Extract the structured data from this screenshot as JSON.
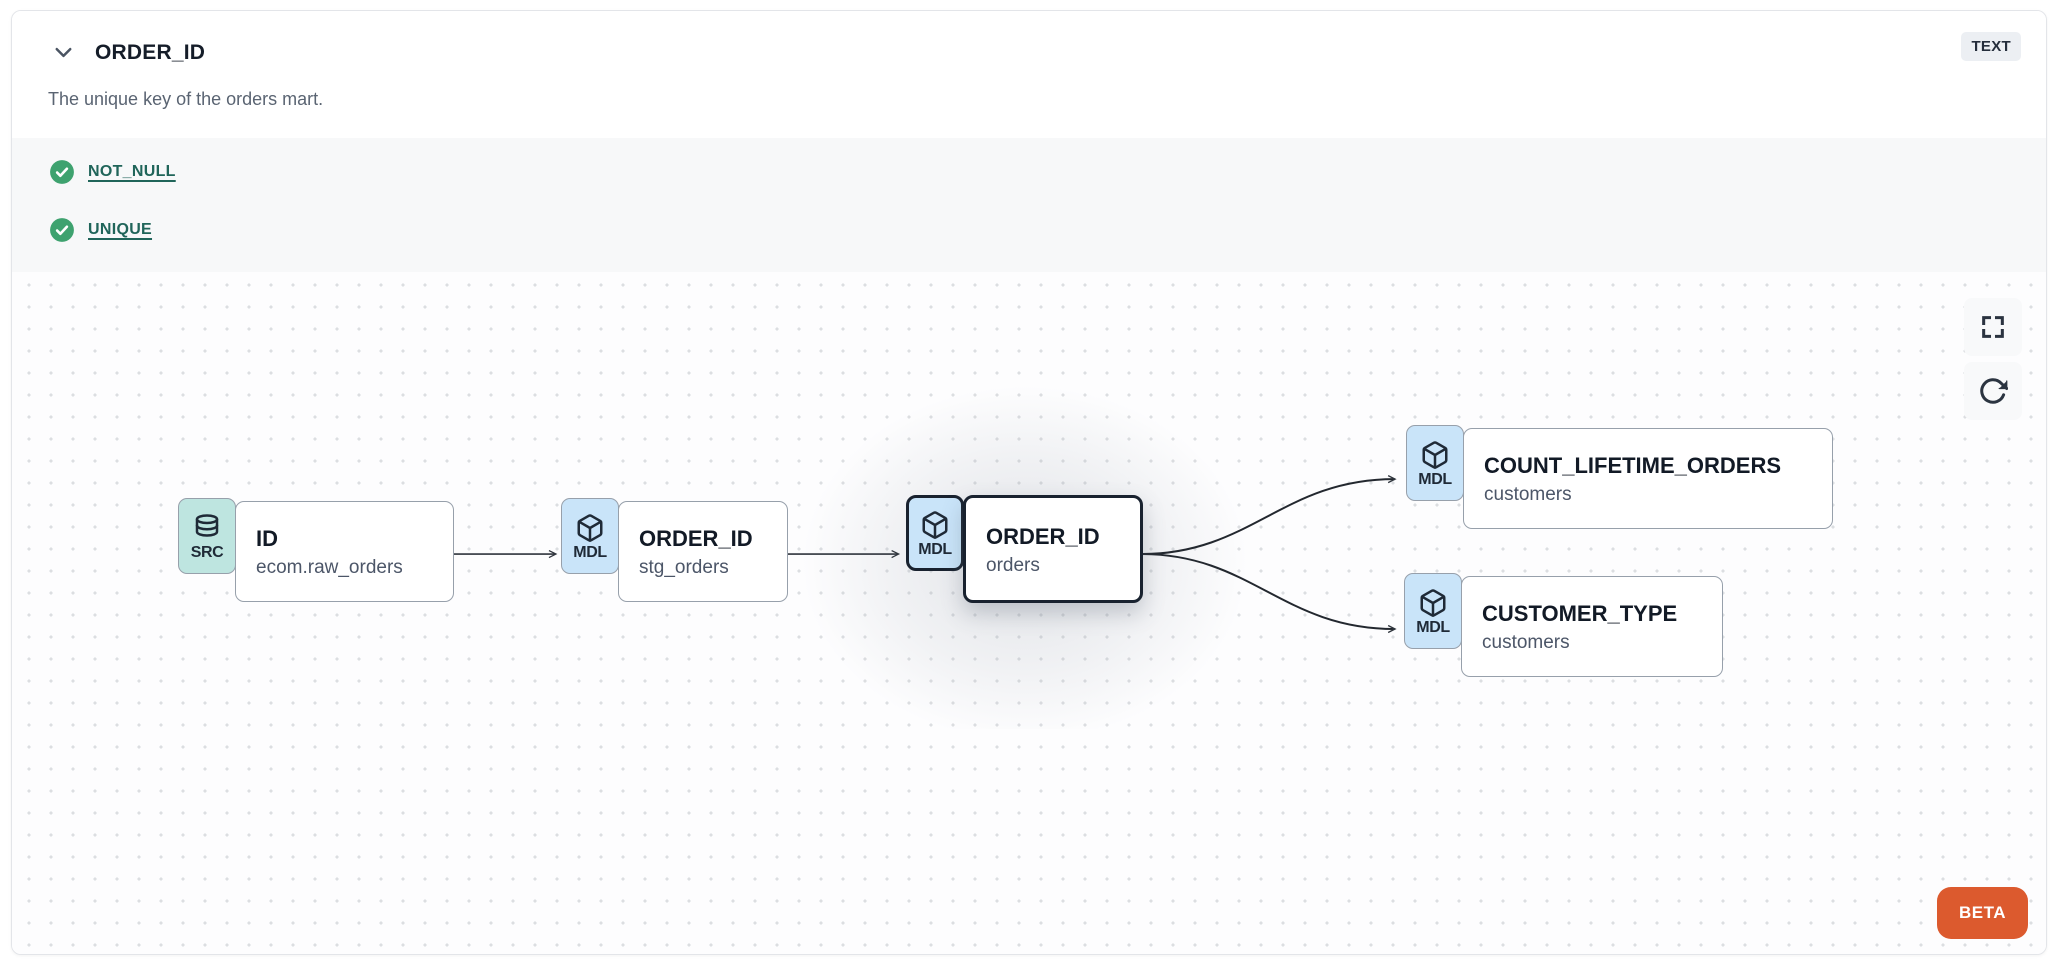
{
  "header": {
    "title": "ORDER_ID",
    "description": "The unique key of the orders mart.",
    "type_badge": "TEXT",
    "collapse_icon": "chevron-down-icon"
  },
  "tests": {
    "items": [
      {
        "icon": "check-circle-icon",
        "label": "NOT_NULL"
      },
      {
        "icon": "check-circle-icon",
        "label": "UNIQUE"
      }
    ]
  },
  "graph": {
    "nodes": [
      {
        "badge": "SRC",
        "icon": "database-icon",
        "title": "ID",
        "subtitle": "ecom.raw_orders",
        "selected": false
      },
      {
        "badge": "MDL",
        "icon": "cube-icon",
        "title": "ORDER_ID",
        "subtitle": "stg_orders",
        "selected": false
      },
      {
        "badge": "MDL",
        "icon": "cube-icon",
        "title": "ORDER_ID",
        "subtitle": "orders",
        "selected": true
      },
      {
        "badge": "MDL",
        "icon": "cube-icon",
        "title": "COUNT_LIFETIME_ORDERS",
        "subtitle": "customers",
        "selected": false
      },
      {
        "badge": "MDL",
        "icon": "cube-icon",
        "title": "CUSTOMER_TYPE",
        "subtitle": "customers",
        "selected": false
      }
    ],
    "edges": [
      {
        "from": "ID (ecom.raw_orders)",
        "to": "ORDER_ID (stg_orders)"
      },
      {
        "from": "ORDER_ID (stg_orders)",
        "to": "ORDER_ID (orders)"
      },
      {
        "from": "ORDER_ID (orders)",
        "to": "COUNT_LIFETIME_ORDERS (customers)"
      },
      {
        "from": "ORDER_ID (orders)",
        "to": "CUSTOMER_TYPE (customers)"
      }
    ],
    "controls": [
      "fullscreen-icon",
      "refresh-icon"
    ],
    "beta_label": "BETA"
  },
  "colors": {
    "accent_orange": "#DC5A2E",
    "badge_source_teal": "#BEE5E0",
    "badge_model_blue": "#C9E4F9",
    "test_link_teal": "#20655A",
    "check_green": "#3EA26F",
    "selected_border": "#19222F",
    "edge": "#2F353D"
  }
}
